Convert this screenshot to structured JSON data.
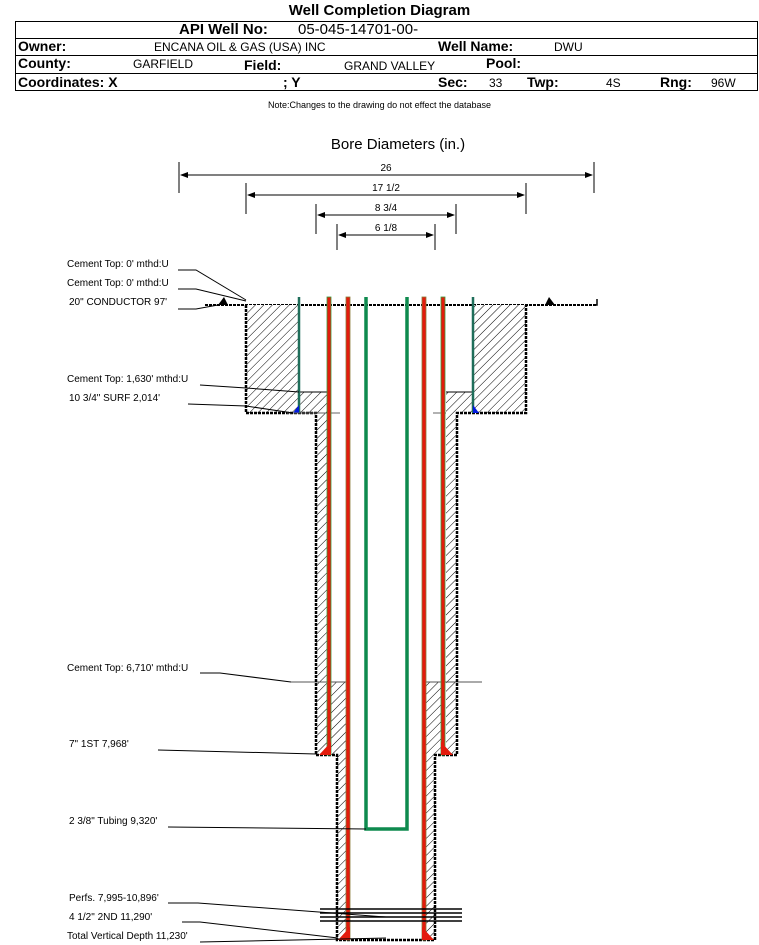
{
  "title": "Well Completion Diagram",
  "header": {
    "api_label": "API Well No:",
    "api_value": "05-045-14701-00-",
    "owner_label": "Owner:",
    "owner_value": "ENCANA OIL & GAS (USA) INC",
    "well_name_label": "Well Name:",
    "well_name_value": "DWU",
    "county_label": "County:",
    "county_value": "GARFIELD",
    "field_label": "Field:",
    "field_value": "GRAND VALLEY",
    "pool_label": "Pool:",
    "pool_value": "",
    "coords_label": "Coordinates: X",
    "coords_y_label": "; Y",
    "sec_label": "Sec:",
    "sec_value": "33",
    "twp_label": "Twp:",
    "twp_value": "4S",
    "rng_label": "Rng:",
    "rng_value": "96W"
  },
  "note": "Note:Changes to the drawing do not effect the database",
  "diagram": {
    "bore_title": "Bore Diameters (in.)",
    "bore_diameters": [
      "26",
      "17 1/2",
      "8 3/4",
      "6 1/8"
    ],
    "labels": {
      "cement_top_1": "Cement Top: 0' mthd:U",
      "cement_top_2": "Cement Top: 0' mthd:U",
      "conductor": "20\" CONDUCTOR  97'",
      "cement_top_3": "Cement Top: 1,630' mthd:U",
      "surface_casing": "10 3/4\" SURF      2,014'",
      "cement_top_4": "Cement Top: 6,710' mthd:U",
      "first_string": "7\" 1ST       7,968'",
      "tubing": "2 3/8\" Tubing 9,320'",
      "perfs": "Perfs. 7,995-10,896'",
      "second_string": "4 1/2\" 2ND        11,290'",
      "total_depth": "Total Vertical Depth 11,230'"
    },
    "colors": {
      "casing_red": "#e31b0c",
      "casing_green": "#1f8a3c",
      "tubing_green": "#0e8a4e",
      "cement_shoe_blue": "#0019e0",
      "brown_string": "#8b3a0f"
    }
  }
}
